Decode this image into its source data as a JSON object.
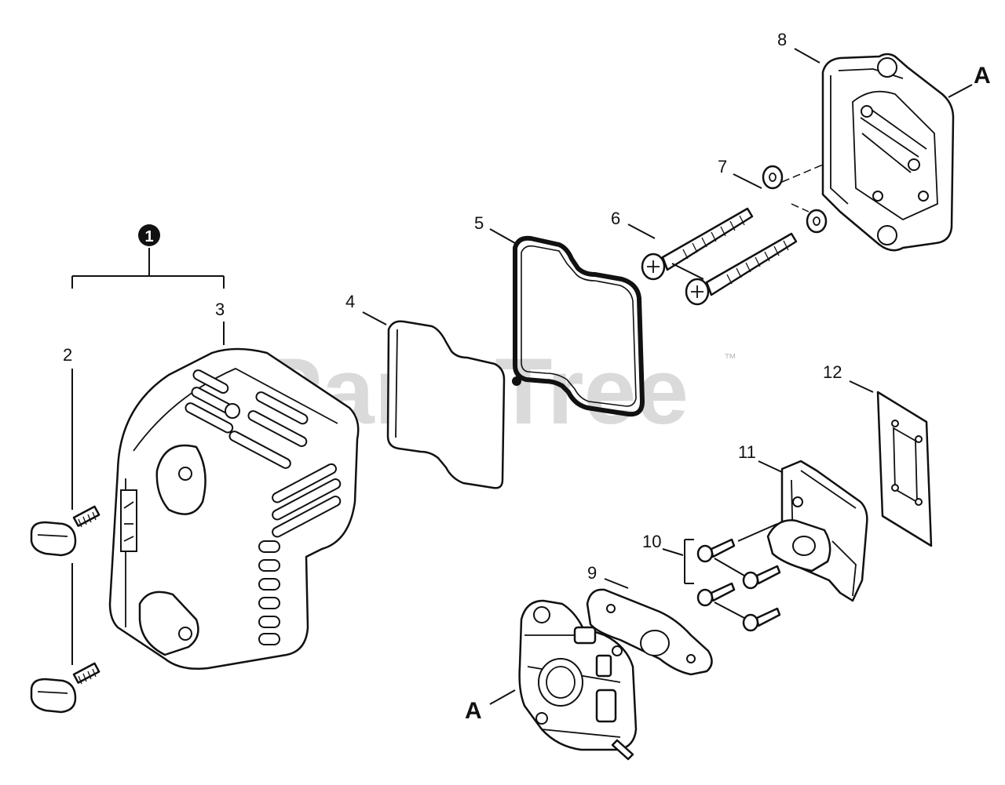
{
  "callouts": {
    "c1": "1",
    "c2": "2",
    "c3": "3",
    "c4": "4",
    "c5": "5",
    "c6": "6",
    "c7": "7",
    "c8": "8",
    "c9": "9",
    "c10": "10",
    "c11": "11",
    "c12": "12"
  },
  "reference_letters": {
    "top": "A",
    "bottom": "A"
  },
  "watermark": {
    "brand": "PartsTree",
    "tm": "™"
  },
  "colors": {
    "line": "#111111",
    "background": "#ffffff",
    "watermark": "#bdbdbd"
  }
}
